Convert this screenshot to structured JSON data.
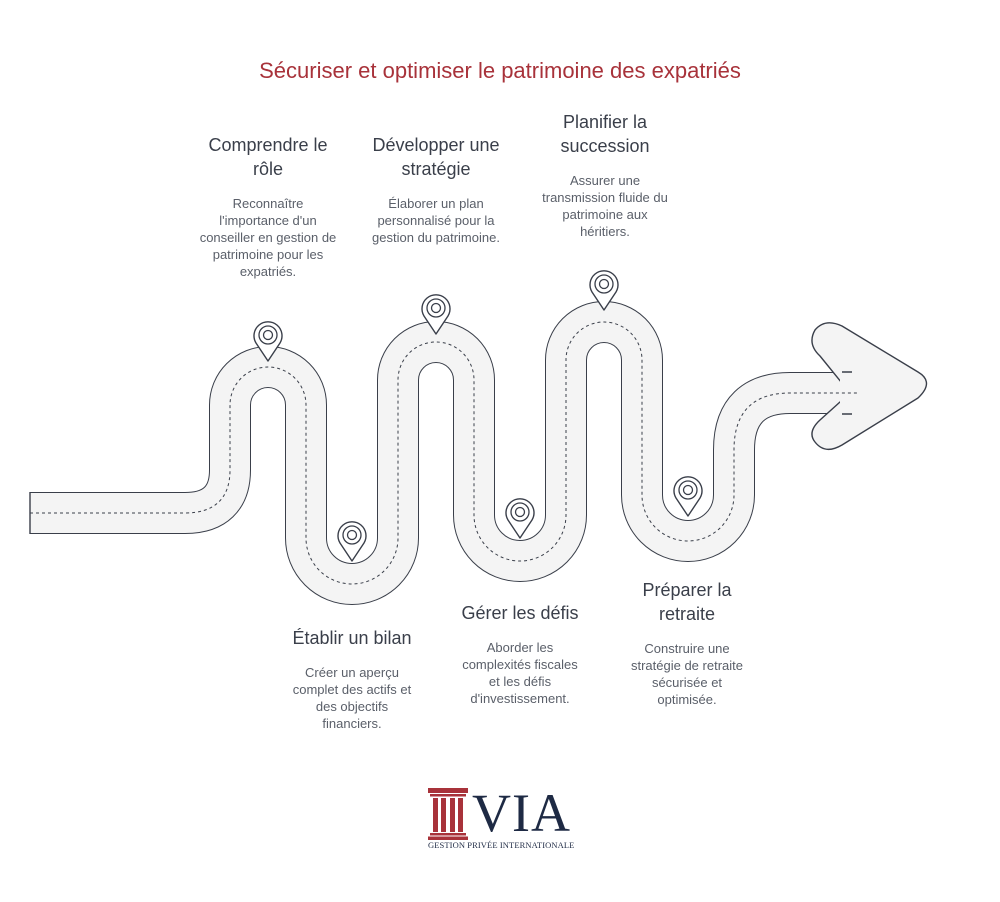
{
  "title": "Sécuriser et optimiser le patrimoine des expatriés",
  "steps": [
    {
      "title": "Comprendre le rôle",
      "description": "Reconnaître l'importance d'un conseiller en gestion de patrimoine pour les expatriés."
    },
    {
      "title": "Établir un bilan",
      "description": "Créer un aperçu complet des actifs et des objectifs financiers."
    },
    {
      "title": "Développer une stratégie",
      "description": "Élaborer un plan personnalisé pour la gestion du patrimoine."
    },
    {
      "title": "Gérer les défis",
      "description": "Aborder les complexités fiscales et les défis d'investissement."
    },
    {
      "title": "Planifier la succession",
      "description": "Assurer une transmission fluide du patrimoine aux héritiers."
    },
    {
      "title": "Préparer la retraite",
      "description": "Construire une stratégie de retraite sécurisée et optimisée."
    }
  ],
  "logo": {
    "word": "VIA",
    "tagline": "GESTION PRIVÉE INTERNATIONALE"
  },
  "colors": {
    "title": "#a8323a",
    "road_fill": "#f4f4f4",
    "road_edge": "#3a3f4a",
    "logo_accent": "#a8323a",
    "logo_text": "#1e2a44"
  },
  "icons": {
    "marker": "location-pin-icon",
    "road_end": "arrow-right-icon"
  }
}
